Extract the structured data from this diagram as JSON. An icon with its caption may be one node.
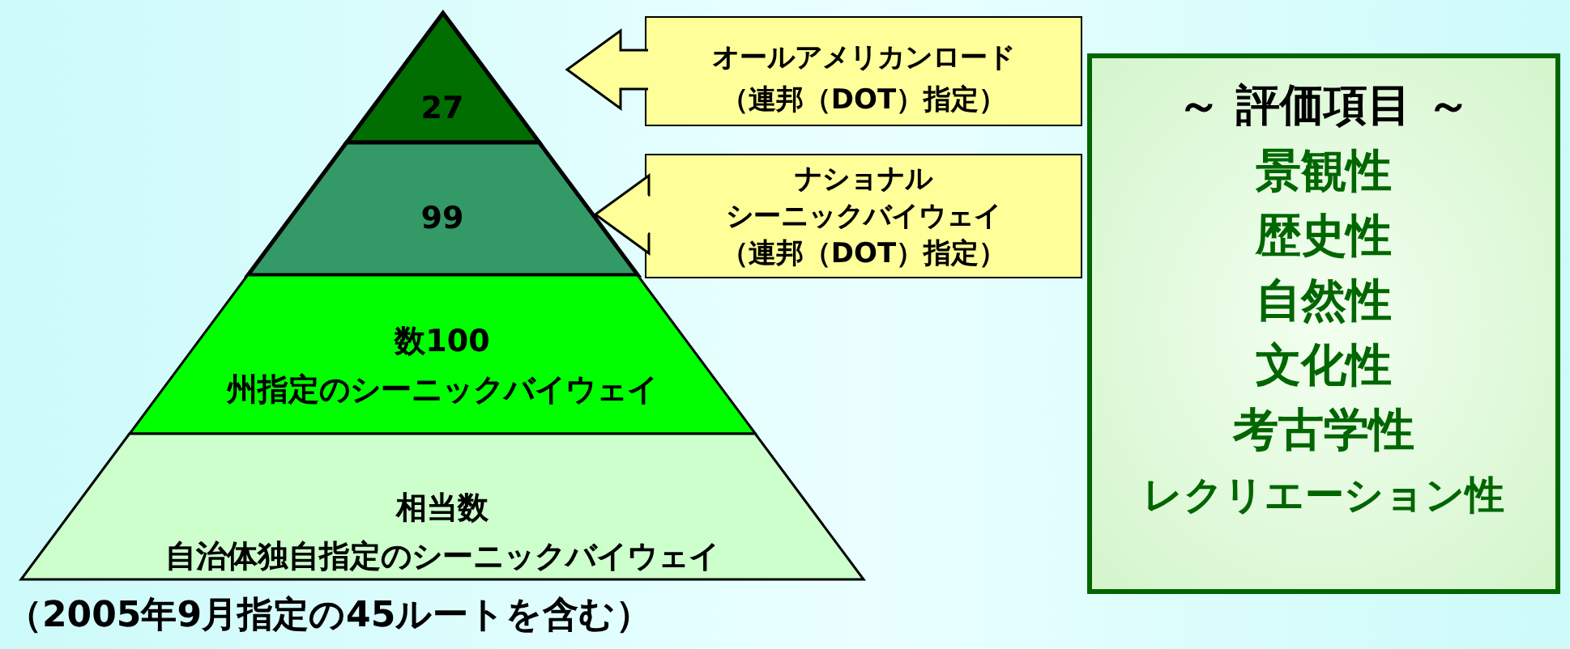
{
  "diagram": {
    "nodes": [
      {
        "text": [
          "27"
        ]
      },
      {
        "text": [
          "99"
        ]
      },
      {
        "text": [
          "数100",
          "州指定のシーニックバイウェイ"
        ]
      },
      {
        "text": [
          "相当数",
          "自治体独自指定のシーニックバイウェイ"
        ]
      },
      {
        "text": [
          "オールアメリカンロード",
          "（連邦（DOT）指定）"
        ]
      },
      {
        "text": [
          "ナショナル",
          "シーニックバイウェイ",
          "（連邦（DOT）指定）"
        ]
      },
      {
        "text": [
          "～ 評価項目 ～",
          "景観性",
          "歴史性",
          "自然性",
          "文化性",
          "考古学性",
          "レクリエーション性"
        ]
      }
    ],
    "edges": [
      {
        "from": 4,
        "to": 0,
        "arrow": "to"
      },
      {
        "from": 5,
        "to": 1,
        "arrow": "to"
      }
    ],
    "labels": [
      "（2005年9月指定の45ルートを含む）"
    ]
  }
}
